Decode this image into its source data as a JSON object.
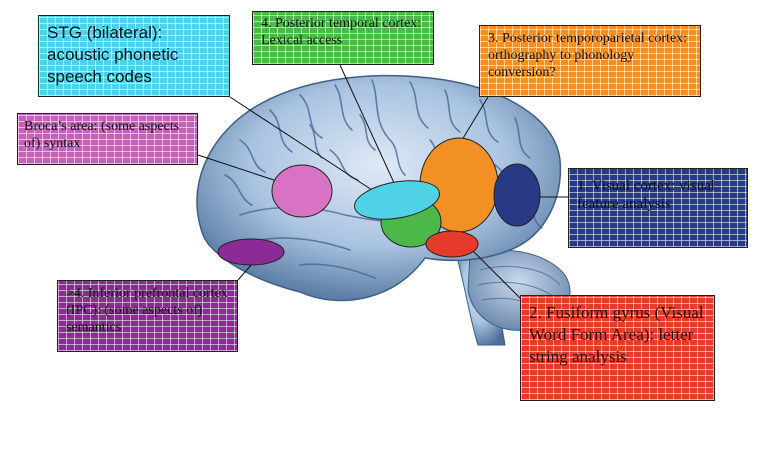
{
  "labels": {
    "stg": "STG (bilateral): acoustic phonetic speech codes",
    "posterior_temporal": "4. Posterior temporal cortex: Lexical access",
    "temporoparietal": "3. Posterior temporoparietal cortex: orthography to phonology conversion?",
    "broca": "Broca’s area: (some aspects of) syntax",
    "visual_cortex": "1. Visual cortex: visual feature analysis",
    "inferior_prefrontal": ">4. Inferior prefrontal cortex (IPC): (some aspects of) semantics",
    "fusiform": "2. Fusiform gyrus (Visual Word Form Area): letter string analysis"
  },
  "colors": {
    "stg": "#4fd2e6",
    "posterior_temporal": "#4cb84a",
    "temporoparietal": "#f39024",
    "broca": "#c164b8",
    "visual_cortex": "#283a86",
    "inferior_prefrontal": "#8c2a96",
    "fusiform": "#e63a2c",
    "brain": "#9fbfdf"
  }
}
